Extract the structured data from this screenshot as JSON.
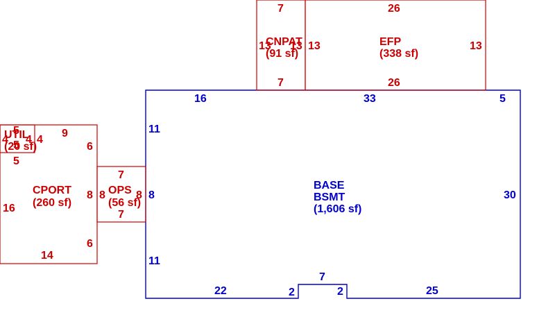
{
  "colors": {
    "annex": "#cc0000",
    "base": "#0000cc"
  },
  "areas": {
    "base": {
      "name1": "BASE",
      "name2": "BSMT",
      "area": "(1,606 sf)",
      "dims": {
        "top_left": "16",
        "top_mid": "33",
        "top_right": "5",
        "right": "30",
        "left_top": "11",
        "left_mid": "8",
        "left_bot": "11",
        "bot_left": "22",
        "notch_left": "2",
        "notch_top": "7",
        "notch_right": "2",
        "bot_right": "25"
      }
    },
    "efp": {
      "name": "EFP",
      "area": "(338 sf)",
      "dims": {
        "top": "26",
        "bottom": "26",
        "left": "13",
        "right": "13"
      }
    },
    "cnpat": {
      "name": "CNPAT",
      "area": "(91 sf)",
      "dims": {
        "top": "7",
        "bottom": "7",
        "left": "13",
        "right": "13"
      }
    },
    "ops": {
      "name": "OPS",
      "area": "(56 sf)",
      "dims": {
        "top": "7",
        "bottom": "7",
        "left": "8",
        "right": "8"
      }
    },
    "cport": {
      "name": "CPORT",
      "area": "(260 sf)",
      "dims": {
        "top": "9",
        "left": "16",
        "bottom": "14",
        "right_top": "6",
        "right_mid": "8",
        "right_bot": "6",
        "under_util": "5"
      }
    },
    "util": {
      "name": "UTIL",
      "area": "(20 sf)",
      "dims": {
        "top": "5",
        "left": "4",
        "right_a": "4",
        "right_b": "4",
        "bottom": "5"
      }
    }
  }
}
